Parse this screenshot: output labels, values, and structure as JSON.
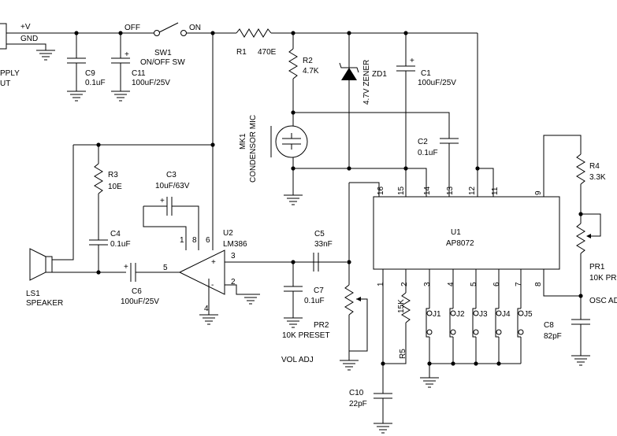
{
  "supply": {
    "plus": "+V",
    "gnd": "GND",
    "supply_text": "PPLY",
    "input_text": "UT"
  },
  "sw1": {
    "off": "OFF",
    "on": "ON",
    "ref": "SW1",
    "desc": "ON/OFF SW"
  },
  "r1": {
    "ref": "R1",
    "value": "470E"
  },
  "r2": {
    "ref": "R2",
    "value": "4.7K"
  },
  "zd1": {
    "ref": "ZD1",
    "value": "4.7V ZENER"
  },
  "c1": {
    "ref": "C1",
    "value": "100uF/25V",
    "pol": "+"
  },
  "c9": {
    "ref": "C9",
    "value": "0.1uF"
  },
  "c11": {
    "ref": "C11",
    "value": "100uF/25V",
    "pol": "+"
  },
  "mk1": {
    "ref": "MK1",
    "desc": "CONDENSOR MIC"
  },
  "c2": {
    "ref": "C2",
    "value": "0.1uF"
  },
  "r3": {
    "ref": "R3",
    "value": "10E"
  },
  "c3": {
    "ref": "C3",
    "value": "10uF/63V",
    "pol": "+"
  },
  "c4": {
    "ref": "C4",
    "value": "0.1uF"
  },
  "ls1": {
    "ref": "LS1",
    "desc": "SPEAKER"
  },
  "c6": {
    "ref": "C6",
    "value": "100uF/25V",
    "pol": "+"
  },
  "u2": {
    "ref": "U2",
    "part": "LM386",
    "plus": "+",
    "minus": "-",
    "p1": "1",
    "p8": "8",
    "p6": "6",
    "p5": "5",
    "p3": "3",
    "p2": "2",
    "p4": "4"
  },
  "c5": {
    "ref": "C5",
    "value": "33nF"
  },
  "c7": {
    "ref": "C7",
    "value": "0.1uF"
  },
  "pr2": {
    "ref": "PR2",
    "value": "10K PRESET",
    "adj": "VOL ADJ"
  },
  "u1": {
    "ref": "U1",
    "part": "AP8072",
    "pins": {
      "p16": "16",
      "p15": "15",
      "p14": "14",
      "p13": "13",
      "p12": "12",
      "p11": "11",
      "p9": "9",
      "p1": "1",
      "p2": "2",
      "p3": "3",
      "p4": "4",
      "p5": "5",
      "p6": "6",
      "p7": "7",
      "p8": "8"
    }
  },
  "r5": {
    "ref": "R5",
    "value": "15K"
  },
  "c10": {
    "ref": "C10",
    "value": "22pF"
  },
  "jumpers": {
    "j1": "J1",
    "j2": "J2",
    "j3": "J3",
    "j4": "J4",
    "j5": "J5"
  },
  "r4": {
    "ref": "R4",
    "value": "3.3K"
  },
  "pr1": {
    "ref": "PR1",
    "value": "10K PR"
  },
  "c8": {
    "ref": "C8",
    "value": "82pF"
  },
  "osc": {
    "label": "OSC AD"
  }
}
